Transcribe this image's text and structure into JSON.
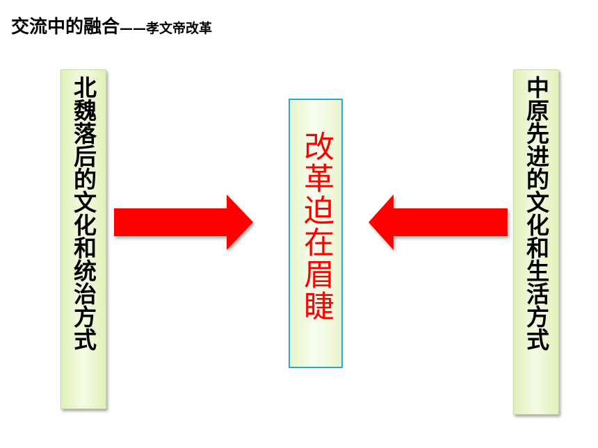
{
  "title": {
    "main": "交流中的融合",
    "sub": "——孝文帝改革"
  },
  "left_box": {
    "text": "北魏落后的文化和统治方式"
  },
  "center_box": {
    "text": "改革迫在眉睫"
  },
  "right_box": {
    "text": "中原先进的文化和生活方式"
  },
  "colors": {
    "arrow_fill": "#ff0000",
    "center_text": "#ff0000",
    "center_border": "#29a8df",
    "box_fill": "#e8f5d0"
  }
}
